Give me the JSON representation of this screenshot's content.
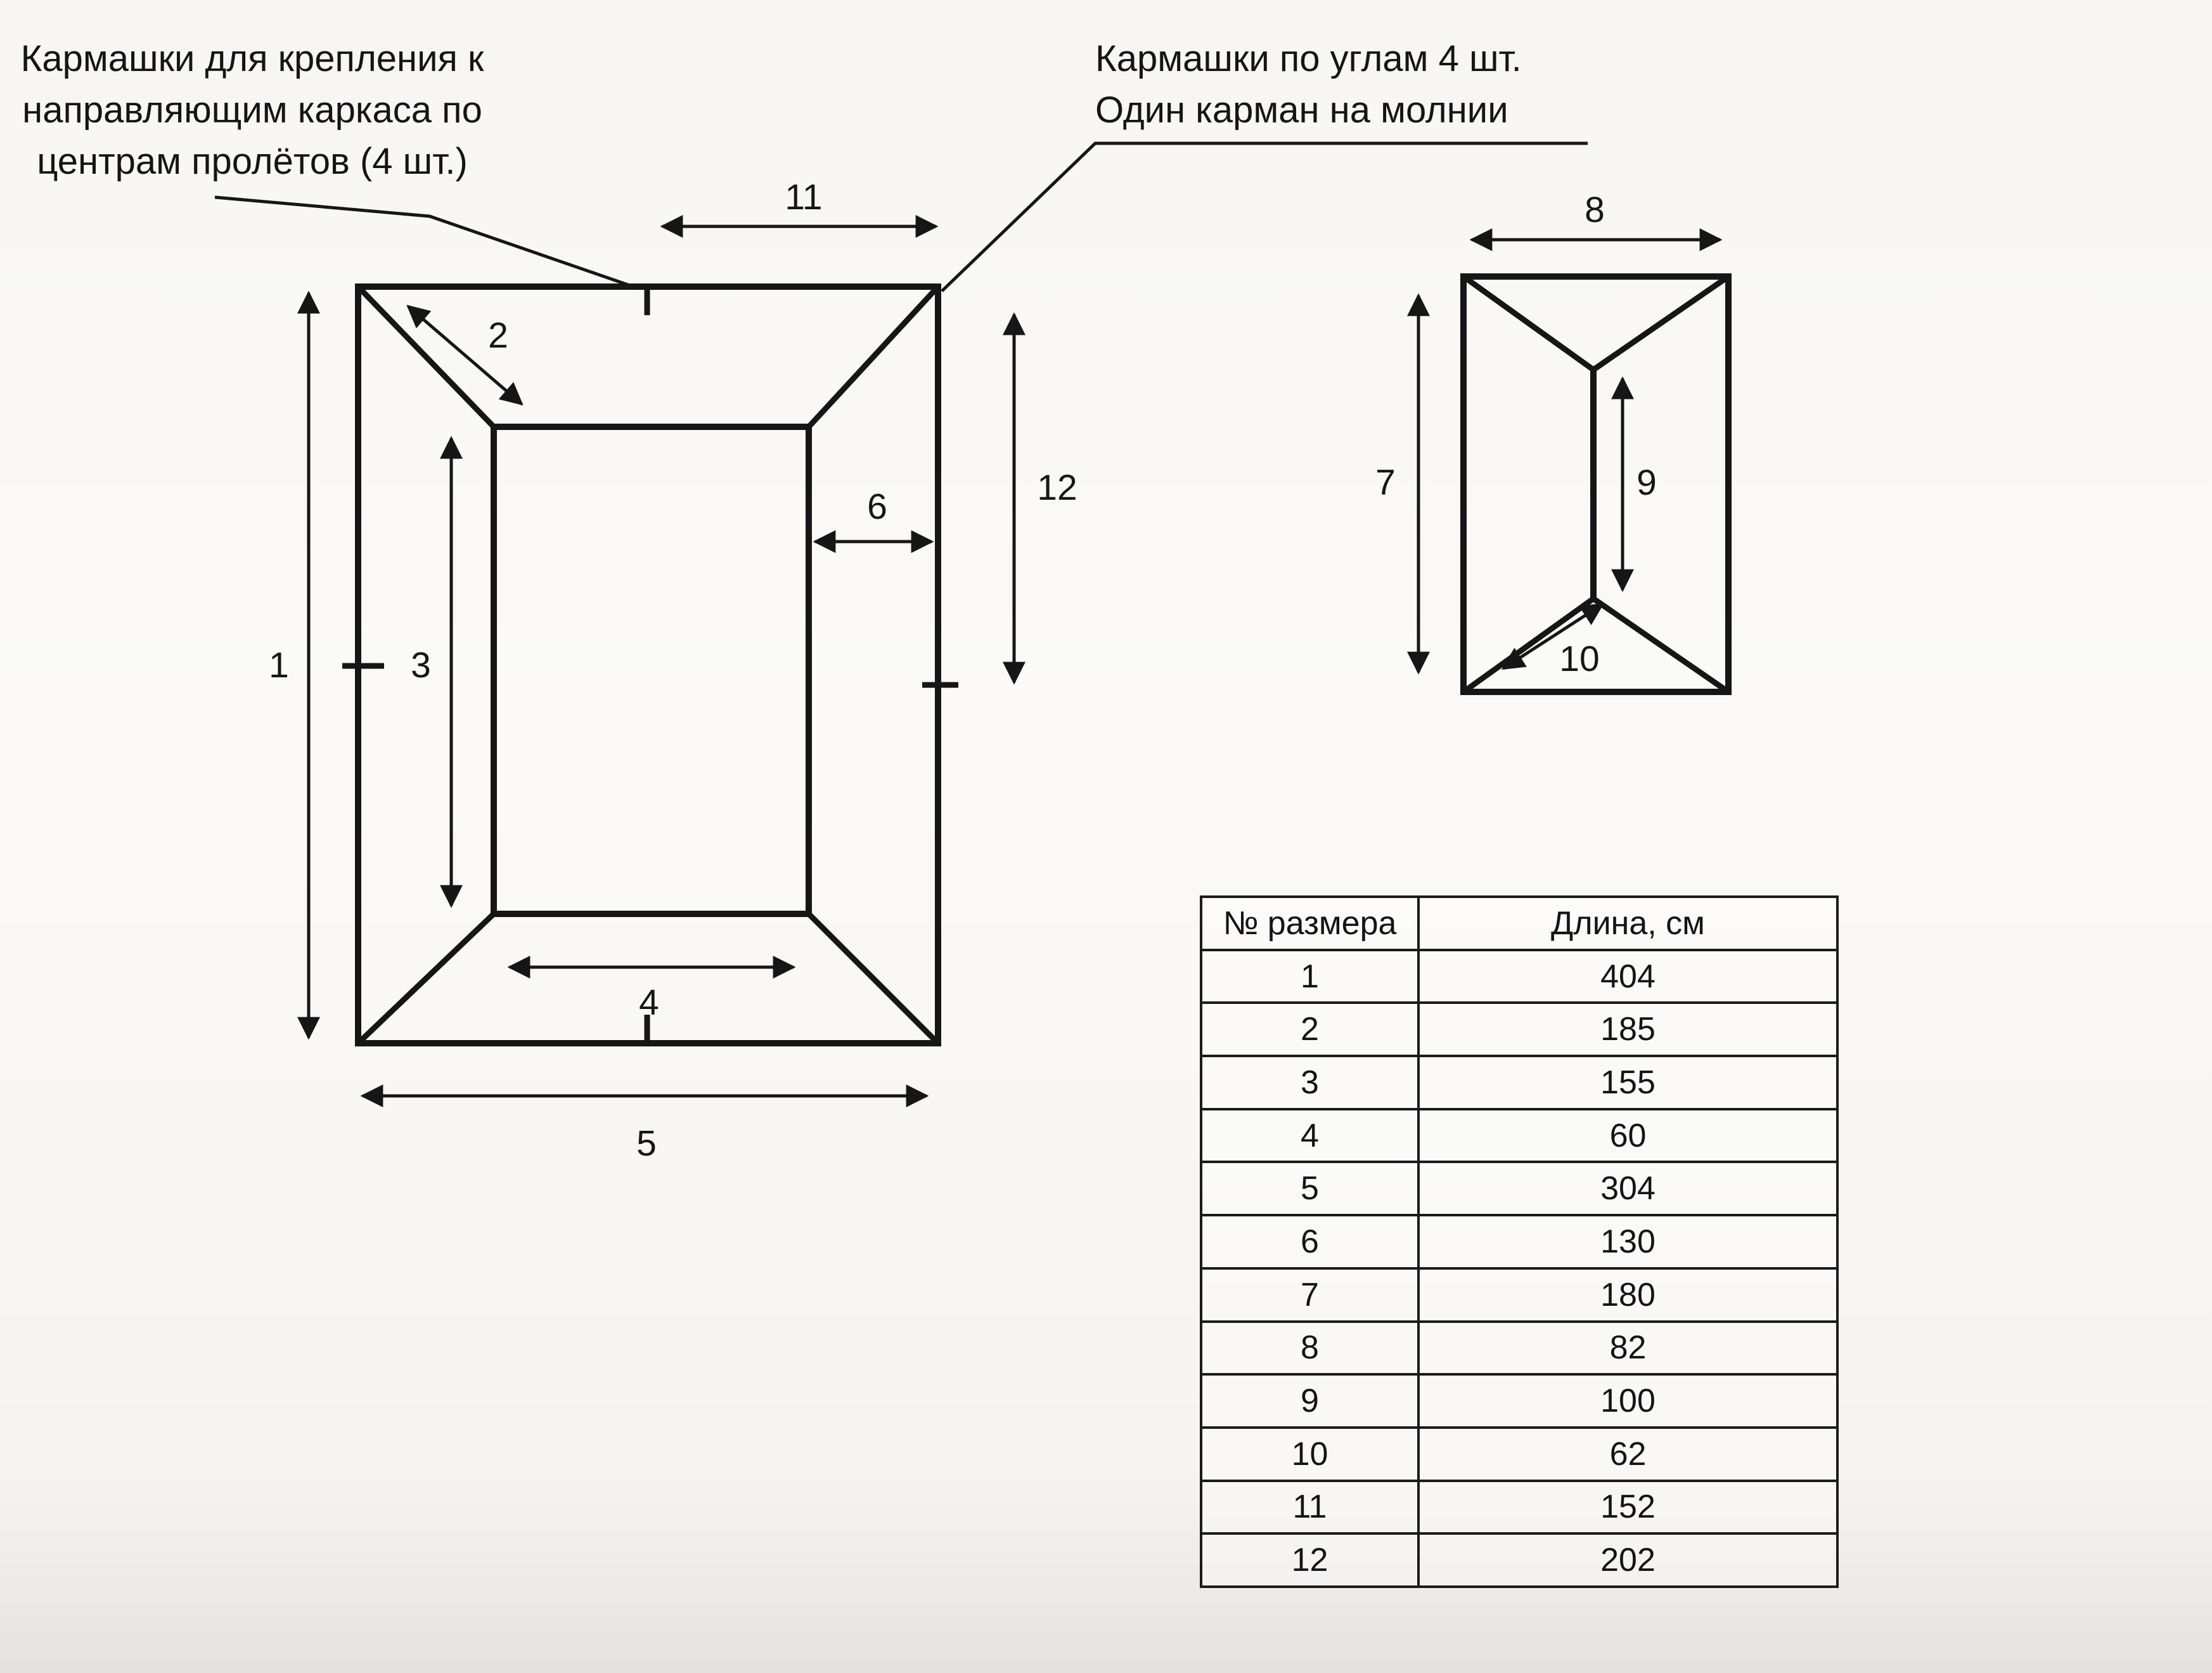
{
  "page": {
    "paper_color": "#f7f6f3",
    "ink_color": "#1b1b1b"
  },
  "notes": {
    "mounting_pockets": [
      "Кармашки для крепления к",
      "направляющим каркаса по",
      "центрам пролётов (4 шт.)"
    ],
    "corner_pockets": [
      "Кармашки по углам 4 шт.",
      "Один карман на молнии"
    ]
  },
  "dims": {
    "d1": "1",
    "d2": "2",
    "d3": "3",
    "d4": "4",
    "d5": "5",
    "d6": "6",
    "d7": "7",
    "d8": "8",
    "d9": "9",
    "d10": "10",
    "d11": "11",
    "d12": "12"
  },
  "table": {
    "header_no": "№ размера",
    "header_len": "Длина, см",
    "rows": [
      {
        "no": "1",
        "len": "404"
      },
      {
        "no": "2",
        "len": "185"
      },
      {
        "no": "3",
        "len": "155"
      },
      {
        "no": "4",
        "len": "60"
      },
      {
        "no": "5",
        "len": "304"
      },
      {
        "no": "6",
        "len": "130"
      },
      {
        "no": "7",
        "len": "180"
      },
      {
        "no": "8",
        "len": "82"
      },
      {
        "no": "9",
        "len": "100"
      },
      {
        "no": "10",
        "len": "62"
      },
      {
        "no": "11",
        "len": "152"
      },
      {
        "no": "12",
        "len": "202"
      }
    ]
  }
}
